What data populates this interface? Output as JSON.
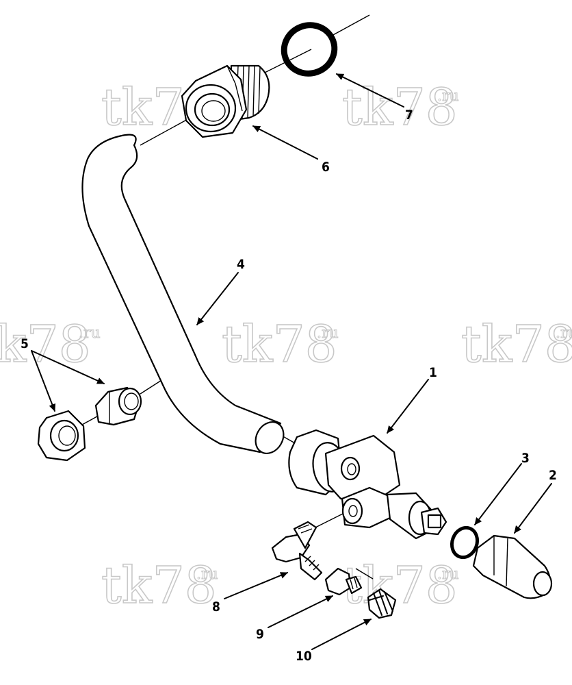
{
  "watermark": {
    "base": "tk78",
    "sup": ".ru"
  },
  "callouts": [
    {
      "id": "1",
      "text": "1"
    },
    {
      "id": "2",
      "text": "2"
    },
    {
      "id": "3",
      "text": "3"
    },
    {
      "id": "4",
      "text": "4"
    },
    {
      "id": "5",
      "text": "5"
    },
    {
      "id": "6",
      "text": "6"
    },
    {
      "id": "7",
      "text": "7"
    },
    {
      "id": "8",
      "text": "8"
    },
    {
      "id": "9",
      "text": "9"
    },
    {
      "id": "10",
      "text": "10"
    }
  ]
}
